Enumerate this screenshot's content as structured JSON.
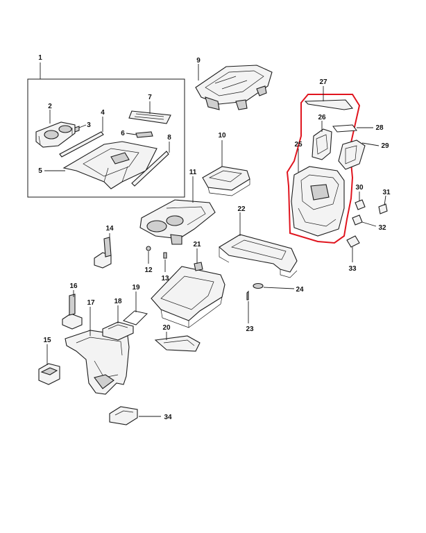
{
  "diagram": {
    "callouts": {
      "c1": "1",
      "c2": "2",
      "c3": "3",
      "c4": "4",
      "c5": "5",
      "c6": "6",
      "c7": "7",
      "c8": "8",
      "c9": "9",
      "c10": "10",
      "c11": "11",
      "c12": "12",
      "c13": "13",
      "c14": "14",
      "c15": "15",
      "c16": "16",
      "c17": "17",
      "c18": "18",
      "c19": "19",
      "c20": "20",
      "c21": "21",
      "c22": "22",
      "c23": "23",
      "c24": "24",
      "c25": "25",
      "c26": "26",
      "c27": "27",
      "c28": "28",
      "c29": "29",
      "c30": "30",
      "c31": "31",
      "c32": "32",
      "c33": "33",
      "c34": "34"
    },
    "colors": {
      "highlight": "#e0141e",
      "line": "#1a1a1a"
    }
  }
}
